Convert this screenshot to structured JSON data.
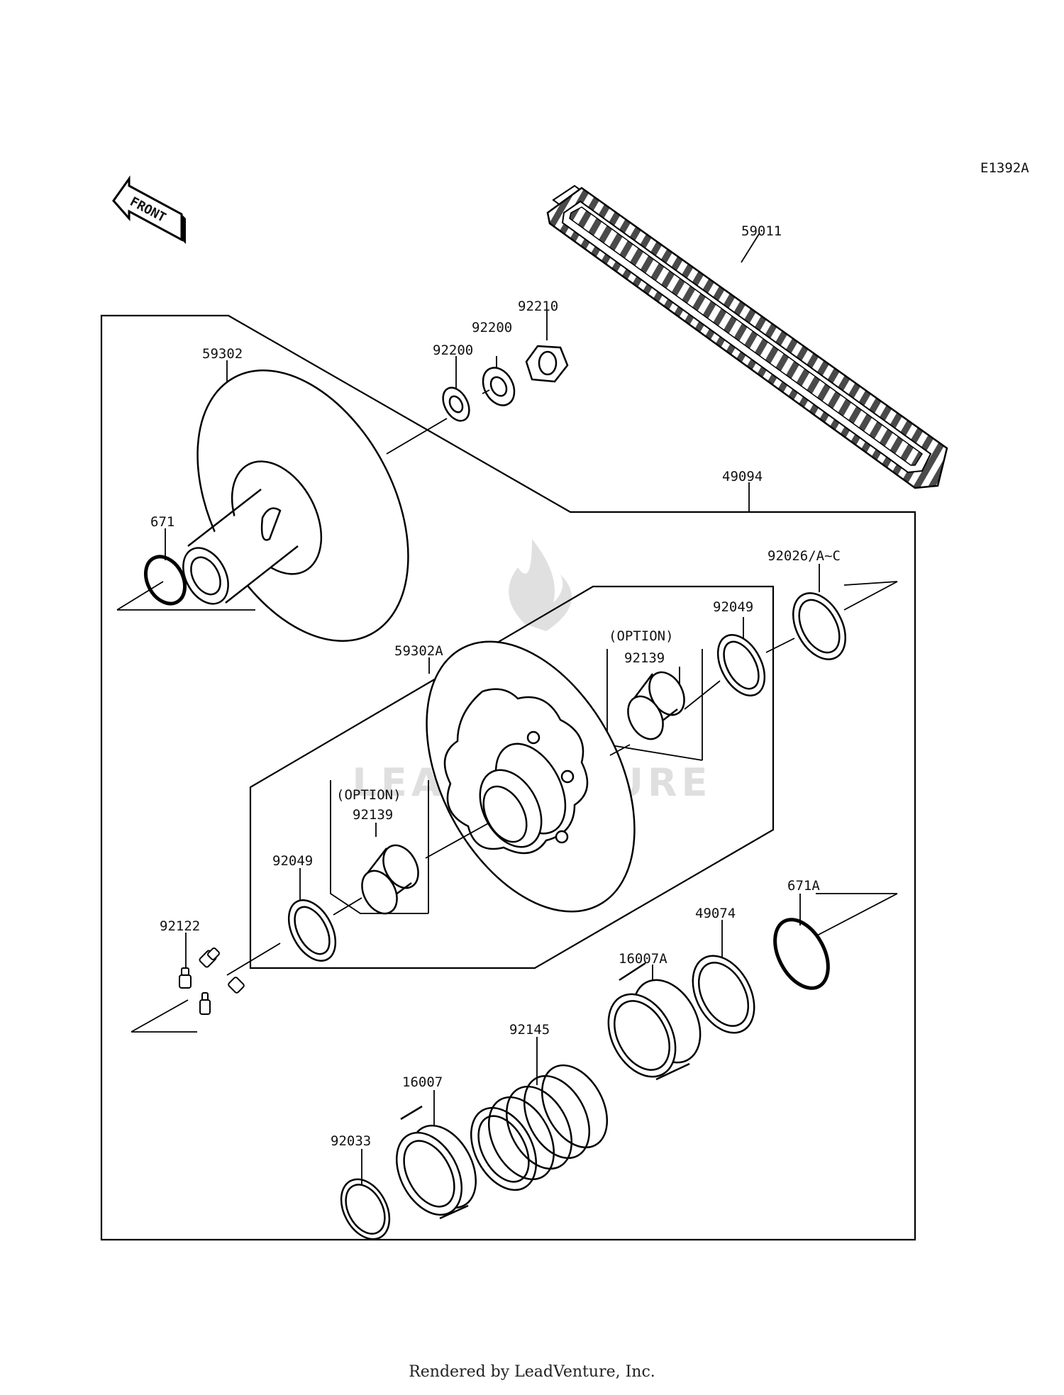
{
  "diagram_code": "E1392A",
  "front_label": "FRONT",
  "watermark": "LEADVENTURE",
  "footer": "Rendered by LeadVenture, Inc.",
  "option_label": "(OPTION)",
  "part_labels": {
    "belt": "59011",
    "nut": "92210",
    "washer_outer": "92200",
    "washer_inner": "92200",
    "sheave_fixed": "59302",
    "oring_small": "671",
    "assembly": "49094",
    "shim_right": "92026/A~C",
    "seal_right": "92049",
    "bushing_right": "92139",
    "sheave_movable": "59302A",
    "bushing_left": "92139",
    "seal_left": "92049",
    "grease_fittings": "92122",
    "oring_large": "671A",
    "cam_shim": "49074",
    "cam_bushing": "16007A",
    "spring": "92145",
    "spring_seat": "16007",
    "snap_ring": "92033"
  }
}
